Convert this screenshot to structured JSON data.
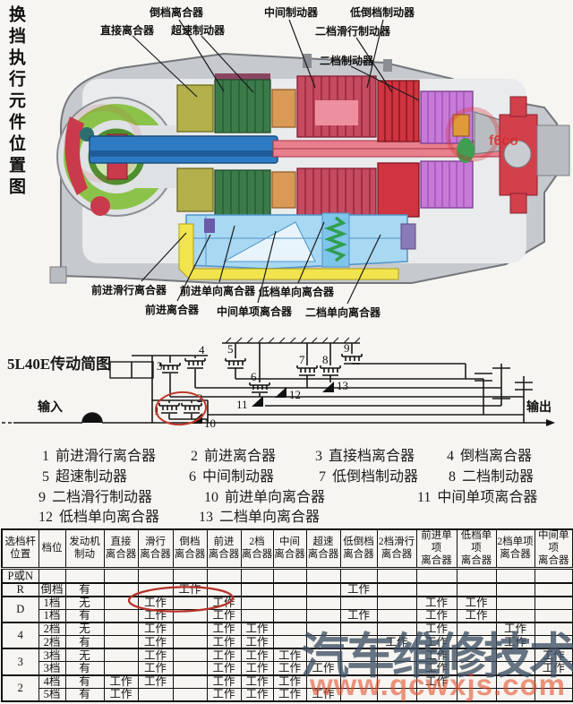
{
  "position_diagram": {
    "side_title": "换挡执行元件位置图",
    "corner_mark": "f6co",
    "top_labels": [
      "倒档离合器",
      "中间制动器",
      "低倒档制动器",
      "直接离合器",
      "超速制动器",
      "二档滑行制动器",
      "二档制动器"
    ],
    "bottom_labels": [
      "前进滑行离合器",
      "前进单向离合器",
      "低档单向离合器",
      "前进离合器",
      "中间单项离合器",
      "二档单向离合器"
    ]
  },
  "schematic": {
    "title": "5L40E传动简图",
    "input_label": "输入",
    "output_label": "输出",
    "numbers": [
      "1",
      "2",
      "3",
      "4",
      "5",
      "6",
      "7",
      "8",
      "9",
      "10",
      "11",
      "12",
      "13"
    ]
  },
  "legend": {
    "items": [
      {
        "num": "1",
        "label": "前进滑行离合器"
      },
      {
        "num": "2",
        "label": "前进离合器"
      },
      {
        "num": "3",
        "label": "直接档离合器"
      },
      {
        "num": "4",
        "label": "倒档离合器"
      },
      {
        "num": "5",
        "label": "超速制动器"
      },
      {
        "num": "6",
        "label": "中间制动器"
      },
      {
        "num": "7",
        "label": "低倒档制动器"
      },
      {
        "num": "8",
        "label": "二档制动器"
      },
      {
        "num": "9",
        "label": "二档滑行制动器"
      },
      {
        "num": "10",
        "label": "前进单向离合器"
      },
      {
        "num": "11",
        "label": "中间单项离合器"
      },
      {
        "num": "12",
        "label": "低档单向离合器"
      },
      {
        "num": "13",
        "label": "二档单向离合器"
      }
    ]
  },
  "table": {
    "headers": [
      {
        "l1": "选档杆",
        "l2": "位置"
      },
      {
        "l1": "档位",
        "l2": ""
      },
      {
        "l1": "发动机",
        "l2": "制动"
      },
      {
        "l1": "直接",
        "l2": "离合器"
      },
      {
        "l1": "滑行",
        "l2": "离合器"
      },
      {
        "l1": "倒档",
        "l2": "离合器"
      },
      {
        "l1": "前进",
        "l2": "离合器"
      },
      {
        "l1": "2档",
        "l2": "离合器"
      },
      {
        "l1": "中间",
        "l2": "离合器"
      },
      {
        "l1": "超速",
        "l2": "离合器"
      },
      {
        "l1": "低倒档",
        "l2": "离合器"
      },
      {
        "l1": "2档滑行",
        "l2": "离合器"
      },
      {
        "l1": "前进单项",
        "l2": "离合器"
      },
      {
        "l1": "低档单项",
        "l2": "离合器"
      },
      {
        "l1": "2档单项",
        "l2": "离合器"
      },
      {
        "l1": "中间单项",
        "l2": "离合器"
      }
    ],
    "working_text": "工作",
    "rows": [
      {
        "lever": "P或N",
        "span": 1,
        "group": true,
        "cells": [
          "",
          "",
          "",
          "",
          "",
          "",
          "",
          "",
          "",
          "",
          "",
          "",
          "",
          "",
          ""
        ]
      },
      {
        "lever": "R",
        "span": 1,
        "group": true,
        "cells": [
          "倒档",
          "有",
          "",
          "",
          "工作",
          "",
          "",
          "",
          "",
          "工作",
          "",
          "",
          "",
          "",
          ""
        ]
      },
      {
        "lever": "D",
        "span": 2,
        "group": true,
        "cells": [
          "1档",
          "无",
          "",
          "工作",
          "",
          "工作",
          "",
          "",
          "",
          "",
          "",
          "工作",
          "工作",
          "",
          ""
        ]
      },
      {
        "lever": null,
        "span": 1,
        "group": false,
        "cells": [
          "1档",
          "有",
          "",
          "工作",
          "",
          "工作",
          "",
          "",
          "",
          "工作",
          "",
          "工作",
          "工作",
          "",
          ""
        ]
      },
      {
        "lever": "4",
        "span": 2,
        "group": true,
        "cells": [
          "2档",
          "无",
          "",
          "工作",
          "",
          "工作",
          "工作",
          "",
          "",
          "",
          "",
          "工作",
          "",
          "工作",
          ""
        ]
      },
      {
        "lever": null,
        "span": 1,
        "group": false,
        "cells": [
          "2档",
          "有",
          "",
          "工作",
          "",
          "工作",
          "工作",
          "",
          "",
          "",
          "工作",
          "工作",
          "",
          "工作",
          ""
        ]
      },
      {
        "lever": "3",
        "span": 2,
        "group": true,
        "cells": [
          "3档",
          "无",
          "",
          "工作",
          "",
          "工作",
          "工作",
          "工作",
          "",
          "",
          "",
          "工作",
          "",
          "",
          "工作"
        ]
      },
      {
        "lever": null,
        "span": 1,
        "group": false,
        "cells": [
          "3档",
          "有",
          "",
          "工作",
          "",
          "工作",
          "工作",
          "工作",
          "工作",
          "",
          "",
          "工作",
          "",
          "",
          "工作"
        ]
      },
      {
        "lever": "2",
        "span": 2,
        "group": true,
        "cells": [
          "4档",
          "有",
          "工作",
          "工作",
          "",
          "工作",
          "工作",
          "工作",
          "",
          "",
          "",
          "工作",
          "",
          "",
          ""
        ]
      },
      {
        "lever": null,
        "span": 1,
        "group": false,
        "cells": [
          "5档",
          "有",
          "工作",
          "",
          "",
          "工作",
          "工作",
          "工作",
          "工作",
          "",
          "",
          "",
          "",
          "",
          ""
        ]
      }
    ]
  },
  "watermark": {
    "site_name": "汽车维修技术网",
    "site_url": "www.qcwxjs.com"
  },
  "colors": {
    "accent_red": "#c0392b",
    "watermark_blue": "#3d4f63",
    "watermark_orange": "#e4512e"
  }
}
